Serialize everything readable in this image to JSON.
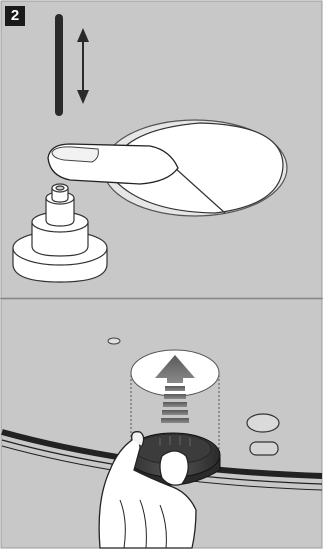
{
  "step": {
    "number": "2"
  },
  "colors": {
    "panel_background": "#c8c8c8",
    "panel_border": "#9a9a9a",
    "disc_white": "#ffffff",
    "dark_part": "#3a3a3a",
    "badge": "#1a1a1a"
  },
  "panels": [
    {
      "name": "top-panel",
      "depicts": [
        "vertical-rod",
        "up-down-arrow",
        "finger",
        "paper-disc",
        "spindle-post"
      ]
    },
    {
      "name": "bottom-panel",
      "depicts": [
        "paper-disc",
        "up-arrow",
        "dark-cap",
        "hand",
        "track-groove",
        "oval-slot"
      ]
    }
  ]
}
